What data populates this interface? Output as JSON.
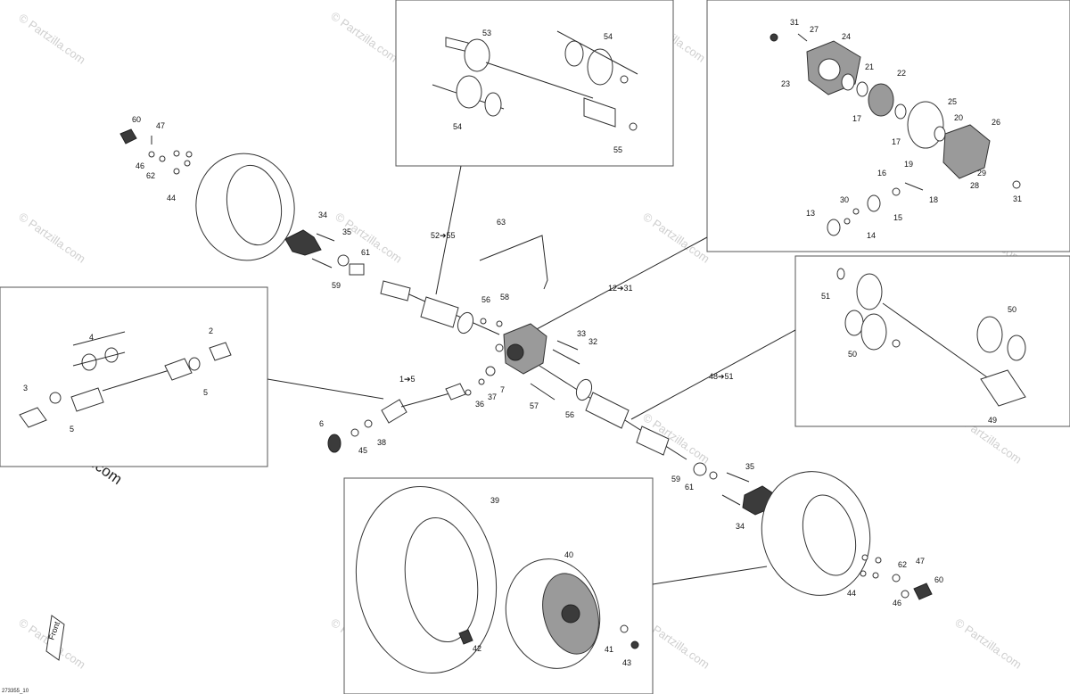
{
  "watermark": "© Partzilla.com",
  "watermark_main": "© Partzilla.com",
  "diagram_ref": "273355_10",
  "front_label": "Front",
  "callouts": {
    "c1_5": "1➔5",
    "c2": "2",
    "c3": "3",
    "c4": "4",
    "c5a": "5",
    "c5b": "5",
    "c6": "6",
    "c7": "7",
    "c12_31": "12➔31",
    "c13": "13",
    "c14": "14",
    "c15": "15",
    "c16": "16",
    "c17a": "17",
    "c17b": "17",
    "c18": "18",
    "c19": "19",
    "c20": "20",
    "c21": "21",
    "c22": "22",
    "c23": "23",
    "c24": "24",
    "c25": "25",
    "c26": "26",
    "c27": "27",
    "c28": "28",
    "c29": "29",
    "c30": "30",
    "c31a": "31",
    "c31b": "31",
    "c32": "32",
    "c33": "33",
    "c34a": "34",
    "c34b": "34",
    "c35a": "35",
    "c35b": "35",
    "c36": "36",
    "c37": "37",
    "c38": "38",
    "c39": "39",
    "c40": "40",
    "c41": "41",
    "c42": "42",
    "c43": "43",
    "c44a": "44",
    "c44b": "44",
    "c45": "45",
    "c46a": "46",
    "c46b": "46",
    "c47a": "47",
    "c47b": "47",
    "c48_51": "48➔51",
    "c49": "49",
    "c50a": "50",
    "c50b": "50",
    "c51": "51",
    "c52_55": "52➔55",
    "c53": "53",
    "c54a": "54",
    "c54b": "54",
    "c55": "55",
    "c56a": "56",
    "c56b": "56",
    "c57": "57",
    "c58": "58",
    "c59a": "59",
    "c59b": "59",
    "c60a": "60",
    "c60b": "60",
    "c61a": "61",
    "c61b": "61",
    "c62a": "62",
    "c62b": "62",
    "c63": "63"
  }
}
